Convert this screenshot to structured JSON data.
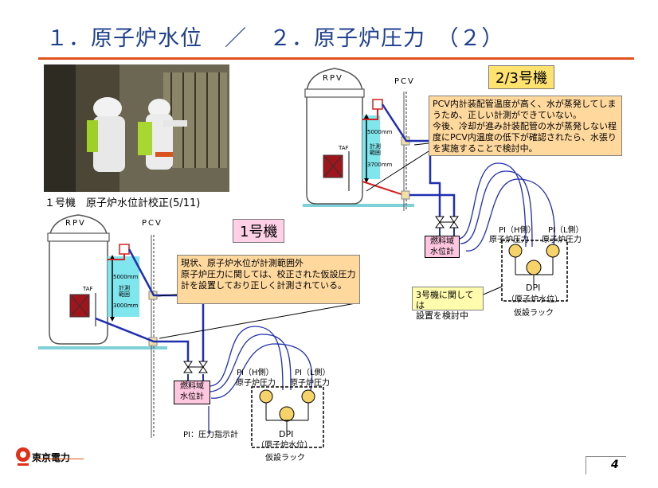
{
  "slide": {
    "title": "１．原子炉水位　／　２．原子炉圧力　（２）",
    "page_number": "4",
    "company": "東京電力"
  },
  "photo": {
    "caption": "１号機　原子炉水位計校正(5/11)"
  },
  "unit23": {
    "label": "2/3号機",
    "rpv": "RPV",
    "pcv": "PCV",
    "taf": "TAF",
    "upper_dim": "5000mm",
    "lower_dim": "3700mm",
    "range": "計測\n範囲",
    "note": "PCV内計装配管温度が高く、水が蒸発してしまうため、正しい計測ができていない。\n今後、冷却が進み計装配管の水が蒸発しない程度にPCV内温度の低下が確認されたら、水張りを実施することで検討中。",
    "fuel_zone": "燃料域\n水位計",
    "pi_h": "PI（H側）",
    "pi_l": "PI（L側）",
    "pressure_h": "原子炉圧力",
    "pressure_l": "原子炉圧力",
    "dpi": "DPI",
    "dpi_desc": "（原子炉水位）",
    "rack": "仮設ラック",
    "note3": "3号機に関しては\n設置を検討中"
  },
  "unit1": {
    "label": "1号機",
    "rpv": "RPV",
    "pcv": "PCV",
    "taf": "TAF",
    "upper_dim": "5000mm",
    "lower_dim": "3000mm",
    "range": "計測\n範囲",
    "note": "現状、原子炉水位が計測範囲外\n原子炉圧力に関しては、校正された仮設圧力計を設置しており正しく計測されている。",
    "fuel_zone": "燃料域\n水位計",
    "pi_h": "PI（H側）",
    "pi_l": "PI（L側）",
    "pressure_h": "原子炉圧力",
    "pressure_l": "原子炉圧力",
    "dpi": "DPI",
    "dpi_desc": "（原子炉水位）",
    "rack": "仮設ラック",
    "pi_legend": "PI：圧力指示計"
  },
  "colors": {
    "title": "#1f3f8f",
    "rule": "#e0531c",
    "pipe_blue": "#1f2fb0",
    "pipe_red": "#d42020",
    "floor": "#7fd0d8",
    "unit23_bg": "#ffe36e",
    "unit1_bg": "#ffd0e6",
    "note_bg": "#ffd89e"
  }
}
